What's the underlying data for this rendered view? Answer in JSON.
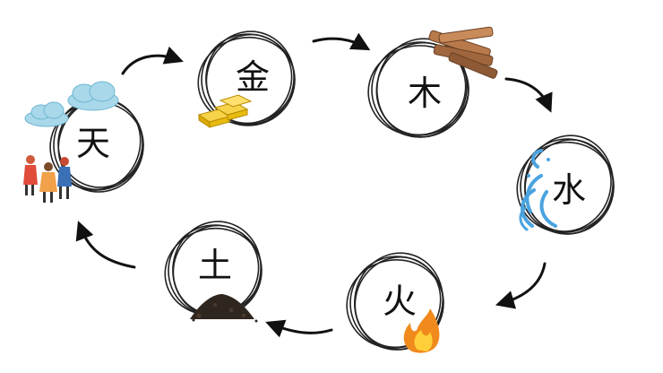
{
  "diagram": {
    "nodes": [
      {
        "id": "tian",
        "label": "天",
        "decoration": "clouds-and-people-icon"
      },
      {
        "id": "jin",
        "label": "金",
        "decoration": "gold-bars-icon"
      },
      {
        "id": "mu",
        "label": "木",
        "decoration": "wood-logs-icon"
      },
      {
        "id": "shui",
        "label": "水",
        "decoration": "water-splash-icon"
      },
      {
        "id": "huo",
        "label": "火",
        "decoration": "flame-icon"
      },
      {
        "id": "tu",
        "label": "土",
        "decoration": "soil-pile-icon"
      }
    ],
    "cycle_order": [
      "天",
      "金",
      "木",
      "水",
      "火",
      "土",
      "天"
    ],
    "colors": {
      "ink": "#111111",
      "gold": "#e0b400",
      "wood": "#a0673e",
      "water": "#4aa3df",
      "fire": "#f08a1c",
      "soil": "#2f261f",
      "cloud": "#a8d8ea"
    }
  }
}
